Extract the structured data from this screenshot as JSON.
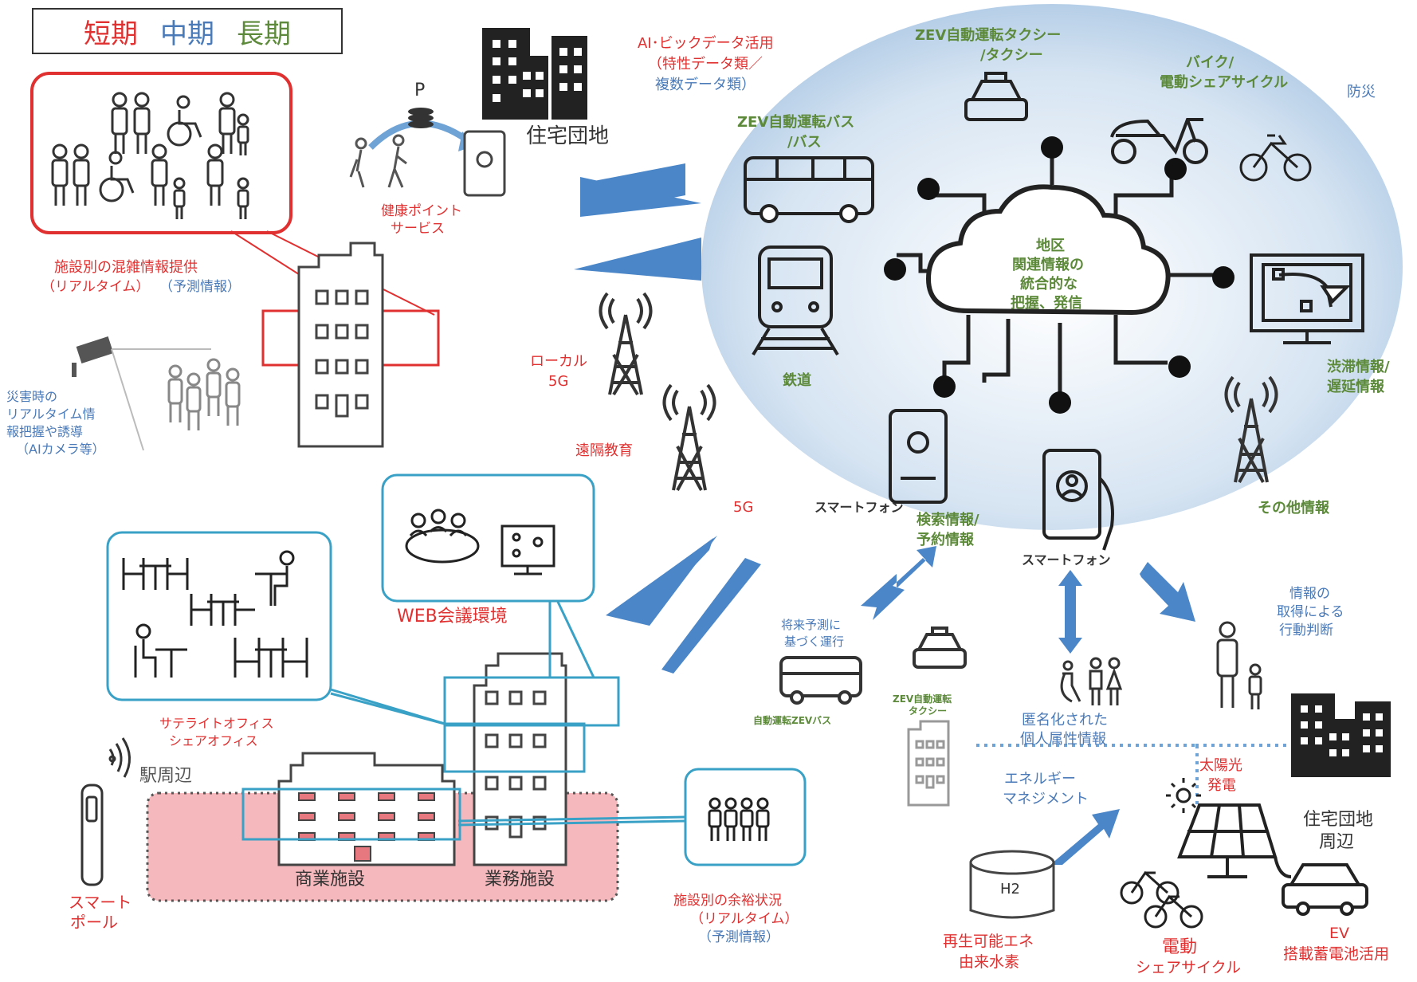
{
  "legend": {
    "short": "短期",
    "mid": "中期",
    "long": "長期"
  },
  "colors": {
    "short": "#e03030",
    "mid": "#4a7ab8",
    "long": "#5c8a3a",
    "cloud": "#c9dcef",
    "arrow": "#4a86c8",
    "station_zone": "#f5b8bc"
  },
  "labels": {
    "housing1": "住宅団地",
    "parking_p": "P",
    "health_points": [
      "健康ポイント",
      "サービス"
    ],
    "ai_bigdata": [
      "AI･ビックデータ活用",
      "（特性データ類／"
    ],
    "ai_bigdata_mid": "複数データ類）",
    "congestion": "施設別の混雑情報提供",
    "realtime": "（リアルタイム）",
    "forecast": "（予測情報）",
    "disaster": [
      "災害時の",
      "リアルタイム情",
      "報把握や誘導",
      "（AIカメラ等）"
    ],
    "local5g": [
      "ローカル",
      "5G"
    ],
    "remote_edu": "遠隔教育",
    "fiveg": "5G",
    "web_meeting": "WEB会議環境",
    "satellite": [
      "サテライトオフィス",
      "シェアオフィス"
    ],
    "station": "駅周辺",
    "commercial": "商業施設",
    "business": "業務施設",
    "smart_pole": [
      "スマート",
      "ポール"
    ],
    "facility_capacity": "施設別の余裕状況",
    "facility_realtime": "（リアルタイム）",
    "facility_forecast": "（予測情報）",
    "zev_taxi": [
      "ZEV自動運転タクシー",
      "/タクシー"
    ],
    "bike": [
      "バイク/",
      "電動シェアサイクル"
    ],
    "disaster_prev": "防災",
    "zev_bus": [
      "ZEV自動運転バス",
      "/バス"
    ],
    "cloud_center": [
      "地区",
      "関連情報の",
      "統合的な",
      "把握、発信"
    ],
    "railway": "鉄道",
    "congestion_delay": [
      "渋滞情報/",
      "遅延情報"
    ],
    "other_info": "その他情報",
    "smartphone1": "スマートフォン",
    "search_reserve": [
      "検索情報/",
      "予約情報"
    ],
    "smartphone2": "スマートフォン",
    "future_op": [
      "将来予測に",
      "基づく運行"
    ],
    "auto_zev_bus": "自動運転ZEVバス",
    "zev_taxi_small": [
      "ZEV自動運転",
      "タクシー"
    ],
    "anonymized": [
      "匿名化された",
      "個人属性情報"
    ],
    "info_decision": [
      "情報の",
      "取得による",
      "行動判断"
    ],
    "energy": [
      "エネルギー",
      "マネジメント"
    ],
    "solar": [
      "太陽光",
      "発電"
    ],
    "housing2": [
      "住宅団地",
      "周辺"
    ],
    "h2_tank": "H2",
    "hydrogen": [
      "再生可能エネ",
      "由来水素"
    ],
    "e_cycle": [
      "電動",
      "シェアサイクル"
    ],
    "ev": [
      "EV",
      "搭載蓄電池活用"
    ]
  }
}
